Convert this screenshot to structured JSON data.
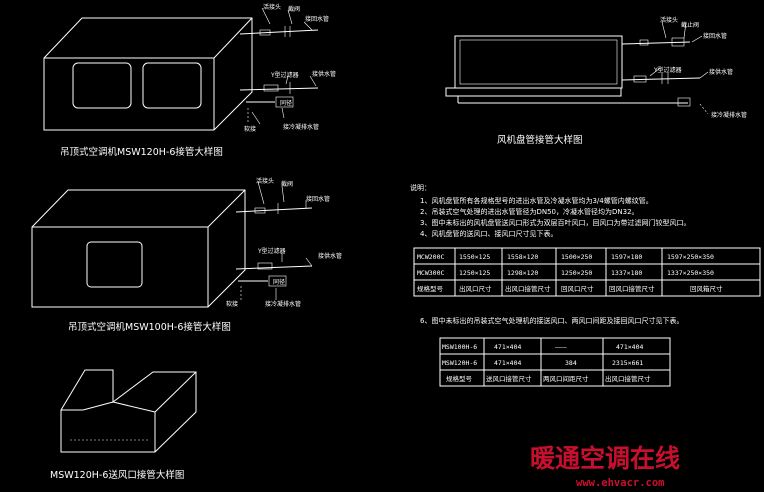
{
  "drawing1": {
    "labels": {
      "valve": "活接头",
      "ball": "截阀",
      "return": "接回水管",
      "filter": "Y型过滤器",
      "supply": "接供水管",
      "reducer": "同径",
      "soft": "软接",
      "drain": "接冷凝排水管"
    },
    "caption": "吊顶式空调机MSW120H-6接管大样图"
  },
  "drawing2": {
    "labels": {
      "valve": "活接头",
      "ball": "截阀",
      "return": "接回水管",
      "filter": "Y型过滤器",
      "supply": "接供水管",
      "reducer": "同径",
      "soft": "软接",
      "drain": "接冷凝排水管"
    },
    "caption": "吊顶式空调机MSW100H-6接管大样图"
  },
  "drawing3": {
    "caption": "MSW120H-6送风口接管大样图"
  },
  "drawing4": {
    "labels": {
      "valve": "活接头",
      "air": "截止阀",
      "return": "接回水管",
      "filter": "Y型过滤器",
      "supply": "接供水管",
      "drain": "接冷凝排水管"
    },
    "caption": "风机盘管接管大样图"
  },
  "notes": {
    "heading": "说明：",
    "items": [
      "1、风机盘管所有各规格型号的进出水管及冷凝水管均为3/4螺管内螺纹管。",
      "2、吊装式空气处理的进出水管管径为DN50，冷凝水管径均为DN32。",
      "3、图中未标出的风机盘管送风口形式为双层百叶风口，回风口为带过滤网门铰型风口。",
      "4、风机盘管的送风口、接风口尺寸见下表。"
    ],
    "item6": "6、图中未标出的吊装式空气处理机的接送风口、两风口间距及接回风口尺寸见下表。"
  },
  "table1": {
    "rows": [
      [
        "MCW200C",
        "1550×125",
        "1558×120",
        "1500×250",
        "1597×180",
        "1597×250×350"
      ],
      [
        "MCW300C",
        "1250×125",
        "1298×120",
        "1250×250",
        "1337×180",
        "1337×250×350"
      ],
      [
        "规格型号",
        "出风口尺寸",
        "出风口接管尺寸",
        "回风口尺寸",
        "回风口接管尺寸",
        "回风箱尺寸"
      ]
    ]
  },
  "table2": {
    "rows": [
      [
        "MSW100H-6",
        "471×404",
        "———",
        "471×404"
      ],
      [
        "MSW120H-6",
        "471×404",
        "384",
        "2315×661"
      ],
      [
        "规格型号",
        "送风口接管尺寸",
        "两风口间距尺寸",
        "出风口接管尺寸"
      ]
    ]
  },
  "watermark": {
    "title": "暖通空调在线",
    "url": "www.ehvacr.com"
  },
  "colors": {
    "background": "#000000",
    "line": "#ffffff",
    "watermark": "#c8102e"
  }
}
